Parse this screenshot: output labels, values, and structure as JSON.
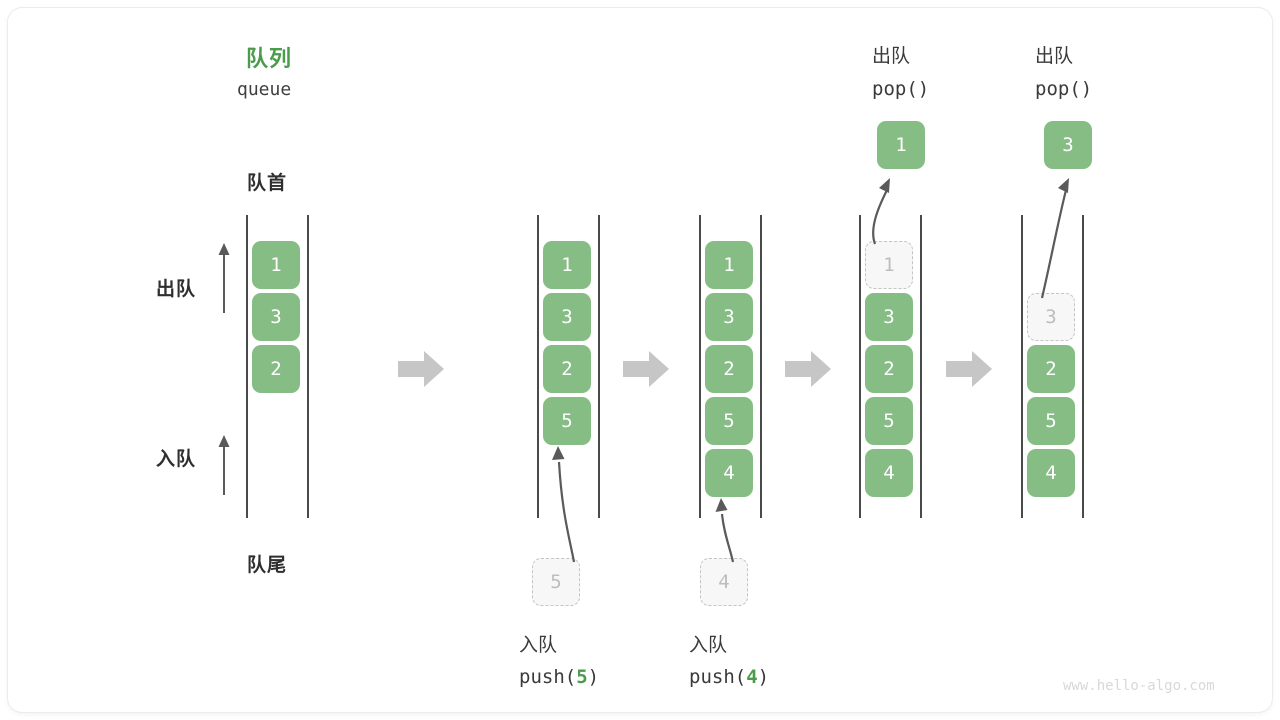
{
  "diagram": {
    "title_cn": "队列",
    "title_en": "queue",
    "front_label": "队首",
    "rear_label": "队尾",
    "dequeue_label": "出队",
    "enqueue_label": "入队",
    "watermark": "www.hello-algo.com",
    "accent_color": "#4a9c4a",
    "node_color": "#86bd85",
    "ghost_color": "#f7f7f7",
    "rail_color": "#4a4a4a",
    "step_arrow_color": "#c6c6c6"
  },
  "chart_data": {
    "type": "diagram",
    "title": "队列 queue",
    "states": [
      {
        "id": "state-0",
        "op_cn": "",
        "op_code": "",
        "op_arg": "",
        "items": [
          {
            "value": "1",
            "state": "normal"
          },
          {
            "value": "3",
            "state": "normal"
          },
          {
            "value": "2",
            "state": "normal"
          }
        ],
        "incoming": null,
        "outgoing": null
      },
      {
        "id": "state-1",
        "op_cn": "入队",
        "op_code_prefix": "push(",
        "op_arg": "5",
        "op_code_suffix": ")",
        "items": [
          {
            "value": "1",
            "state": "normal"
          },
          {
            "value": "3",
            "state": "normal"
          },
          {
            "value": "2",
            "state": "normal"
          },
          {
            "value": "5",
            "state": "normal"
          }
        ],
        "incoming": {
          "value": "5",
          "state": "ghost"
        },
        "outgoing": null
      },
      {
        "id": "state-2",
        "op_cn": "入队",
        "op_code_prefix": "push(",
        "op_arg": "4",
        "op_code_suffix": ")",
        "items": [
          {
            "value": "1",
            "state": "normal"
          },
          {
            "value": "3",
            "state": "normal"
          },
          {
            "value": "2",
            "state": "normal"
          },
          {
            "value": "5",
            "state": "normal"
          },
          {
            "value": "4",
            "state": "normal"
          }
        ],
        "incoming": {
          "value": "4",
          "state": "ghost"
        },
        "outgoing": null
      },
      {
        "id": "state-3",
        "op_cn": "出队",
        "op_code_prefix": "pop(",
        "op_arg": "",
        "op_code_suffix": ")",
        "items": [
          {
            "value": "1",
            "state": "ghost"
          },
          {
            "value": "3",
            "state": "normal"
          },
          {
            "value": "2",
            "state": "normal"
          },
          {
            "value": "5",
            "state": "normal"
          },
          {
            "value": "4",
            "state": "normal"
          }
        ],
        "incoming": null,
        "outgoing": {
          "value": "1",
          "state": "normal"
        }
      },
      {
        "id": "state-4",
        "op_cn": "出队",
        "op_code_prefix": "pop(",
        "op_arg": "",
        "op_code_suffix": ")",
        "items": [
          {
            "value": "3",
            "state": "ghost"
          },
          {
            "value": "2",
            "state": "normal"
          },
          {
            "value": "5",
            "state": "normal"
          },
          {
            "value": "4",
            "state": "normal"
          }
        ],
        "incoming": null,
        "outgoing": {
          "value": "3",
          "state": "normal"
        }
      }
    ]
  },
  "labels": {
    "pop_top_1_cn": "出队",
    "pop_top_1_code": "pop()",
    "pop_top_2_cn": "出队",
    "pop_top_2_code": "pop()",
    "push_bottom_1_cn": "入队",
    "push_bottom_1_code_prefix": "push(",
    "push_bottom_1_arg": "5",
    "push_bottom_1_code_suffix": ")",
    "push_bottom_2_cn": "入队",
    "push_bottom_2_code_prefix": "push(",
    "push_bottom_2_arg": "4",
    "push_bottom_2_code_suffix": ")"
  }
}
